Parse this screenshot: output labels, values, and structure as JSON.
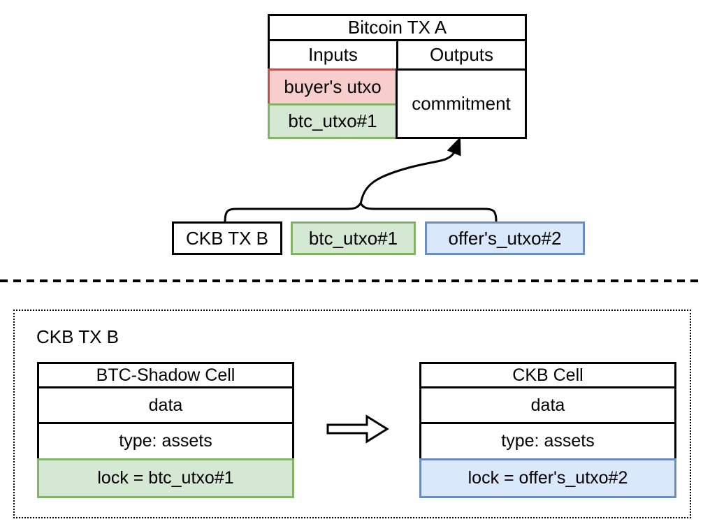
{
  "colors": {
    "red_fill": "#f8cecc",
    "red_stroke": "#b85450",
    "green_fill": "#d5e8d4",
    "green_stroke": "#82b366",
    "blue_fill": "#dae8fc",
    "blue_stroke": "#6c8ebf",
    "ink": "#000000"
  },
  "bitcoin_tx_table": {
    "title": "Bitcoin TX A",
    "inputs_header": "Inputs",
    "outputs_header": "Outputs",
    "input_1": "buyer's utxo",
    "input_2": "btc_utxo#1",
    "output_1": "commitment"
  },
  "middle_row": {
    "tx_box": "CKB TX B",
    "utxo_green": "btc_utxo#1",
    "utxo_blue": "offer's_utxo#2"
  },
  "ckb_section": {
    "label": "CKB TX B",
    "left_table": {
      "title": "BTC-Shadow Cell",
      "rows": [
        "data",
        "type: assets",
        "lock = btc_utxo#1"
      ]
    },
    "right_table": {
      "title": "CKB Cell",
      "rows": [
        "data",
        "type: assets",
        "lock = offer's_utxo#2"
      ]
    }
  }
}
